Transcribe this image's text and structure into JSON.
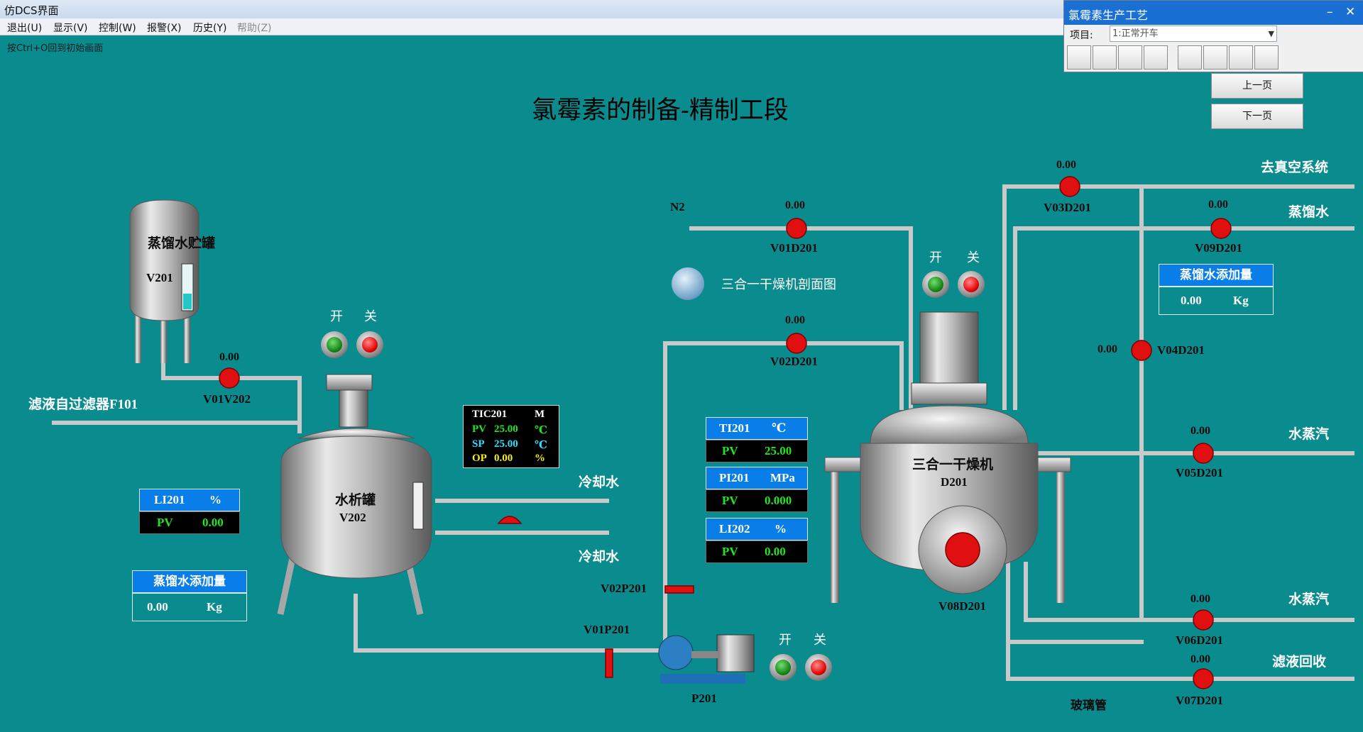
{
  "window": {
    "title": "仿DCS界面"
  },
  "menu": [
    "退出(U)",
    "显示(V)",
    "控制(W)",
    "报警(X)",
    "历史(Y)",
    "帮助(Z)"
  ],
  "hint": "按Ctrl+O回到初始画面",
  "main_title": "氯霉素的制备-精制工段",
  "control_window": {
    "title": "氯霉素生产工艺",
    "project_label": "项目:",
    "project_value": "1:正常开车",
    "tool_icons": [
      "lightning-icon",
      "record-icon",
      "pause-icon",
      "play-icon",
      "list-icon",
      "trend-icon",
      "camera-icon",
      "clock-icon"
    ]
  },
  "nav": {
    "prev": "上一页",
    "next": "下一页"
  },
  "on_off": {
    "on": "开",
    "off": "关"
  },
  "link_d201_section": "三合一干燥机剖面图",
  "equipment": {
    "v201": {
      "name": "蒸馏水贮罐",
      "tag": "V201"
    },
    "v202": {
      "name": "水析罐",
      "tag": "V202"
    },
    "d201": {
      "name": "三合一干燥机",
      "tag": "D201"
    },
    "p201": {
      "tag": "P201"
    },
    "sight_glass": "玻璃管"
  },
  "streams": {
    "filtrate_in": "滤液自过滤器F101",
    "cw_out": "冷却水",
    "cw_in": "冷却水",
    "n2": "N2",
    "vacuum": "去真空系统",
    "distilled": "蒸馏水",
    "steam_out": "水蒸汽",
    "steam_in": "水蒸汽",
    "filtrate_recovery": "滤液回收"
  },
  "valves": {
    "V01V202": {
      "tag": "V01V202",
      "value": "0.00"
    },
    "V01D201": {
      "tag": "V01D201",
      "value": "0.00"
    },
    "V02D201": {
      "tag": "V02D201",
      "value": "0.00"
    },
    "V03D201": {
      "tag": "V03D201",
      "value": "0.00"
    },
    "V09D201": {
      "tag": "V09D201",
      "value": "0.00"
    },
    "V04D201": {
      "tag": "V04D201",
      "value": "0.00"
    },
    "V05D201": {
      "tag": "V05D201",
      "value": "0.00"
    },
    "V06D201": {
      "tag": "V06D201",
      "value": "0.00"
    },
    "V07D201": {
      "tag": "V07D201",
      "value": "0.00"
    },
    "V08D201": {
      "tag": "V08D201"
    },
    "V01P201": {
      "tag": "V01P201"
    },
    "V02P201": {
      "tag": "V02P201"
    }
  },
  "tic201": {
    "tag": "TIC201",
    "mode": "M",
    "pv_label": "PV",
    "pv": "25.00",
    "sp_label": "SP",
    "sp": "25.00",
    "op_label": "OP",
    "op": "0.00",
    "unit_t": "℃",
    "unit_op": "%"
  },
  "panels": {
    "li201": {
      "tag": "LI201",
      "unit": "%",
      "label": "PV",
      "value": "0.00"
    },
    "water_add_left": {
      "title": "蒸馏水添加量",
      "value": "0.00",
      "unit": "Kg"
    },
    "ti201": {
      "tag": "TI201",
      "unit": "℃",
      "label": "PV",
      "value": "25.00"
    },
    "pi201": {
      "tag": "PI201",
      "unit": "MPa",
      "label": "PV",
      "value": "0.000"
    },
    "li202": {
      "tag": "LI202",
      "unit": "%",
      "label": "PV",
      "value": "0.00"
    },
    "water_add_right": {
      "title": "蒸馏水添加量",
      "value": "0.00",
      "unit": "Kg"
    }
  },
  "colors": {
    "background": "#0a8c8e",
    "pipe": "#c8c8c8",
    "valve": "#e01010"
  }
}
